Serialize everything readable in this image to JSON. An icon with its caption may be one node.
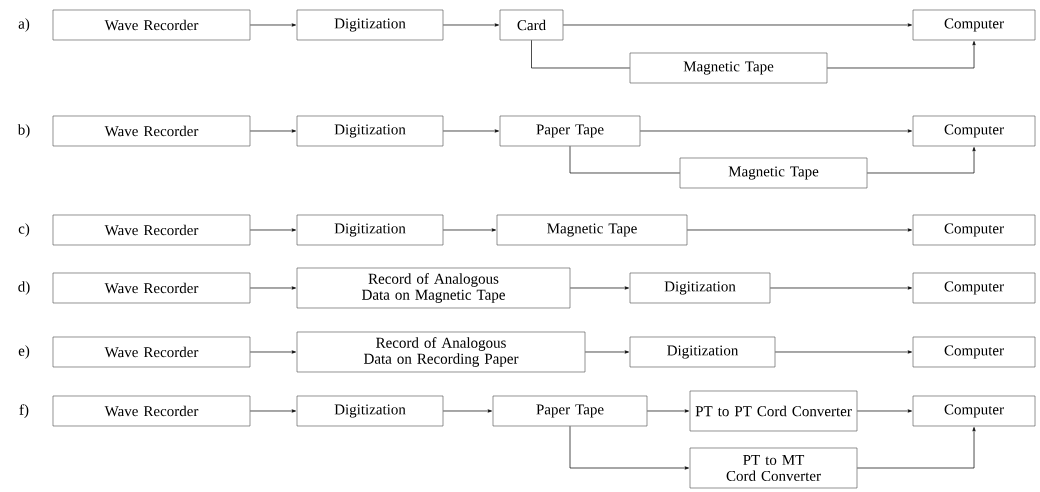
{
  "diagram": {
    "nodes": [
      {
        "text": [
          "Wave Recorder"
        ]
      },
      {
        "text": [
          "Digitization"
        ]
      },
      {
        "text": [
          "Card"
        ]
      },
      {
        "text": [
          "Magnetic Tape"
        ]
      },
      {
        "text": [
          "Computer"
        ]
      },
      {
        "text": [
          "Wave Recorder"
        ]
      },
      {
        "text": [
          "Digitization"
        ]
      },
      {
        "text": [
          "Paper Tape"
        ]
      },
      {
        "text": [
          "Computer"
        ]
      },
      {
        "text": [
          "Magnetic Tape"
        ]
      },
      {
        "text": [
          "Wave Recorder"
        ]
      },
      {
        "text": [
          "Digitization"
        ]
      },
      {
        "text": [
          "Magnetic Tape"
        ]
      },
      {
        "text": [
          "Computer"
        ]
      },
      {
        "text": [
          "Wave Recorder"
        ]
      },
      {
        "text": [
          "Record of Analogous Data on Magnetic Tape"
        ]
      },
      {
        "text": [
          "Digitization"
        ]
      },
      {
        "text": [
          "Computer"
        ]
      },
      {
        "text": [
          "Wave Recorder"
        ]
      },
      {
        "text": [
          "Record of Analogous Data on Recording Paper"
        ]
      },
      {
        "text": [
          "Digitization"
        ]
      },
      {
        "text": [
          "Computer"
        ]
      },
      {
        "text": [
          "Wave Recorder"
        ]
      },
      {
        "text": [
          "Digitization"
        ]
      },
      {
        "text": [
          "Paper Tape"
        ]
      },
      {
        "text": [
          "PT to PT Cord Converter"
        ]
      },
      {
        "text": [
          "Computer"
        ]
      },
      {
        "text": [
          "PT to MT Cord Converter"
        ]
      }
    ],
    "edges": [
      {
        "from": 0,
        "to": 1,
        "arrow": "to"
      },
      {
        "from": 1,
        "to": 2,
        "arrow": "to"
      },
      {
        "from": 2,
        "to": 4,
        "arrow": "to"
      },
      {
        "from": 2,
        "to": 3,
        "arrow": "none"
      },
      {
        "from": 3,
        "to": 4,
        "arrow": "to"
      },
      {
        "from": 5,
        "to": 6,
        "arrow": "to"
      },
      {
        "from": 6,
        "to": 7,
        "arrow": "to"
      },
      {
        "from": 7,
        "to": 8,
        "arrow": "to"
      },
      {
        "from": 7,
        "to": 9,
        "arrow": "none"
      },
      {
        "from": 9,
        "to": 8,
        "arrow": "to"
      },
      {
        "from": 10,
        "to": 11,
        "arrow": "to"
      },
      {
        "from": 11,
        "to": 12,
        "arrow": "to"
      },
      {
        "from": 12,
        "to": 13,
        "arrow": "to"
      },
      {
        "from": 14,
        "to": 15,
        "arrow": "to"
      },
      {
        "from": 15,
        "to": 16,
        "arrow": "to"
      },
      {
        "from": 16,
        "to": 17,
        "arrow": "to"
      },
      {
        "from": 18,
        "to": 19,
        "arrow": "to"
      },
      {
        "from": 19,
        "to": 20,
        "arrow": "to"
      },
      {
        "from": 20,
        "to": 21,
        "arrow": "to"
      },
      {
        "from": 22,
        "to": 23,
        "arrow": "to"
      },
      {
        "from": 23,
        "to": 24,
        "arrow": "to"
      },
      {
        "from": 24,
        "to": 25,
        "arrow": "to"
      },
      {
        "from": 25,
        "to": 26,
        "arrow": "to"
      },
      {
        "from": 24,
        "to": 27,
        "arrow": "to"
      },
      {
        "from": 27,
        "to": 26,
        "arrow": "to"
      }
    ],
    "labels": [
      "a)",
      "b)",
      "c)",
      "d)",
      "e)",
      "f)"
    ]
  }
}
